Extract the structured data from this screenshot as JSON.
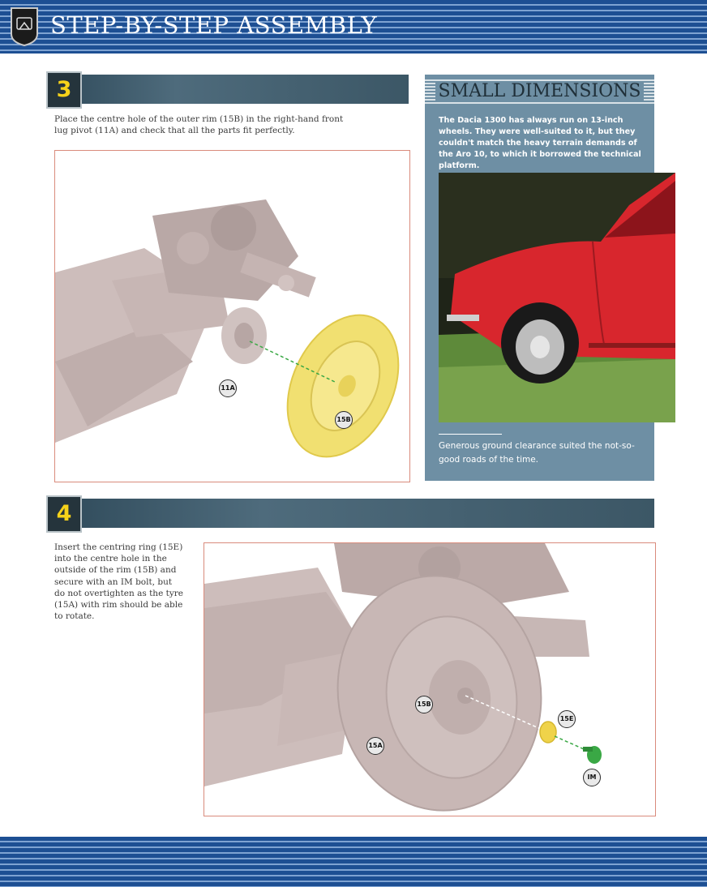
{
  "header": {
    "title": "STEP-BY-STEP ASSEMBLY",
    "badge_icon": "shield-badge-icon"
  },
  "steps": [
    {
      "number": "3",
      "text": "Place the centre hole of the outer rim (15B) in the right-hand front lug pivot (11A) and check that all the parts fit perfectly.",
      "callouts": [
        "11A",
        "15B"
      ]
    },
    {
      "number": "4",
      "text": "Insert the centring ring (15E) into the centre hole in the outside of the rim (15B) and secure with an IM bolt, but do not overtighten as the tyre (15A) with rim should be able to rotate.",
      "callouts": [
        "15B",
        "15E",
        "15A",
        "IM"
      ]
    }
  ],
  "sidebar": {
    "title": "SMALL DIMENSIONS",
    "body": "The Dacia 1300 has always run on 13-inch wheels. They were well-suited to it, but they couldn't match the heavy terrain demands of the Aro 10, to which it borrowed the technical platform.",
    "caption": "Generous ground clearance suited the not-so-good roads of the time."
  },
  "colors": {
    "band_blue": "#1d4f93",
    "step_number_yellow": "#f6d21a",
    "sidebar_blue": "#6e8fa4",
    "frame_border": "#d98b7c",
    "rim_yellow": "#f1e071",
    "bolt_green": "#3aa845",
    "car_red": "#d8262d"
  }
}
